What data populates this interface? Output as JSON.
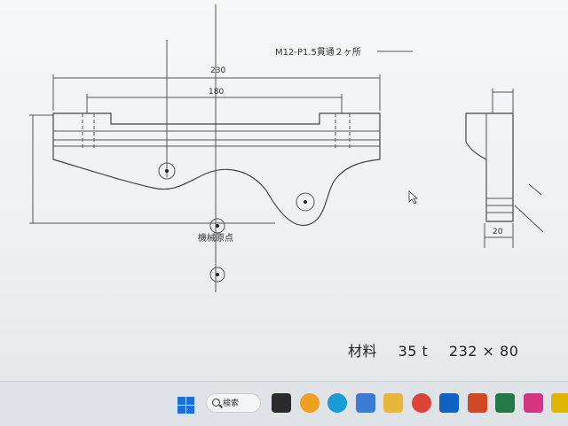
{
  "drawing": {
    "note_thread": "M12-P1.5貫通２ヶ所",
    "dim_overall": "230",
    "dim_inner": "180",
    "label_origin": "機械原点",
    "dim_side": "20"
  },
  "material": {
    "label": "材料",
    "thickness": "35 t",
    "size": "232 × 80"
  },
  "taskbar": {
    "search_label": "検索",
    "apps": [
      {
        "name": "task-view",
        "color": "#2b2b2b"
      },
      {
        "name": "app-orange",
        "color": "#f0a020"
      },
      {
        "name": "edge",
        "color": "#1a9ad6"
      },
      {
        "name": "photos",
        "color": "#3a7bd5"
      },
      {
        "name": "file-explorer",
        "color": "#e8b63a"
      },
      {
        "name": "chrome",
        "color": "#db4437"
      },
      {
        "name": "outlook",
        "color": "#0f63c4"
      },
      {
        "name": "powerpoint",
        "color": "#d24726"
      },
      {
        "name": "excel",
        "color": "#1f7a43"
      },
      {
        "name": "app-pink",
        "color": "#d63384"
      },
      {
        "name": "app-yellow",
        "color": "#e0b400"
      }
    ]
  }
}
